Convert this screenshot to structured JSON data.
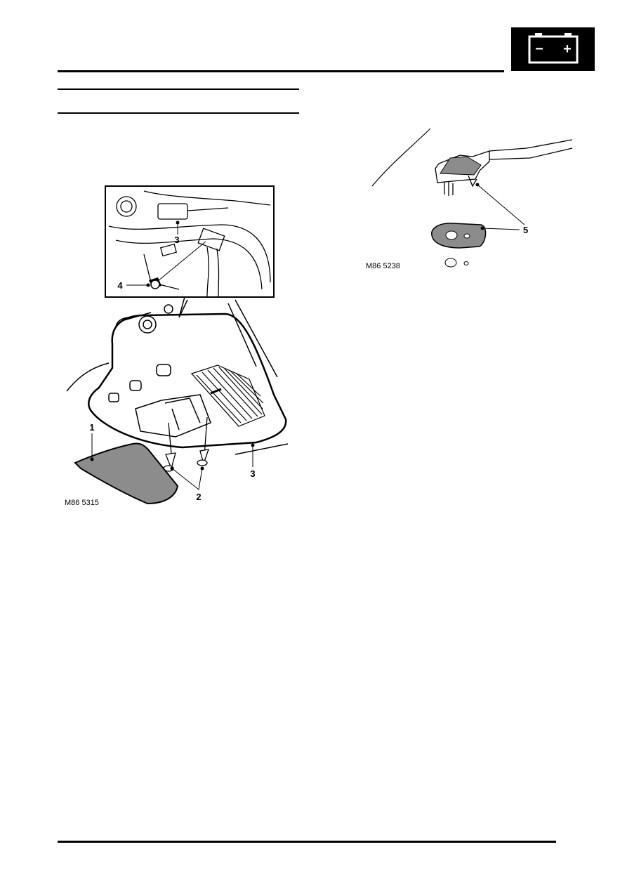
{
  "header": {
    "section_badge_icon": "battery-icon",
    "badge_symbols": {
      "negative": "−",
      "positive": "+"
    }
  },
  "figure_left": {
    "ref": "M86 5315",
    "callouts": [
      "1",
      "2",
      "3",
      "3",
      "4"
    ]
  },
  "figure_right": {
    "ref": "M86 5238",
    "callouts": [
      "5"
    ]
  },
  "colors": {
    "ink": "#000000",
    "paper": "#ffffff",
    "shade": "#8c8c8c"
  }
}
